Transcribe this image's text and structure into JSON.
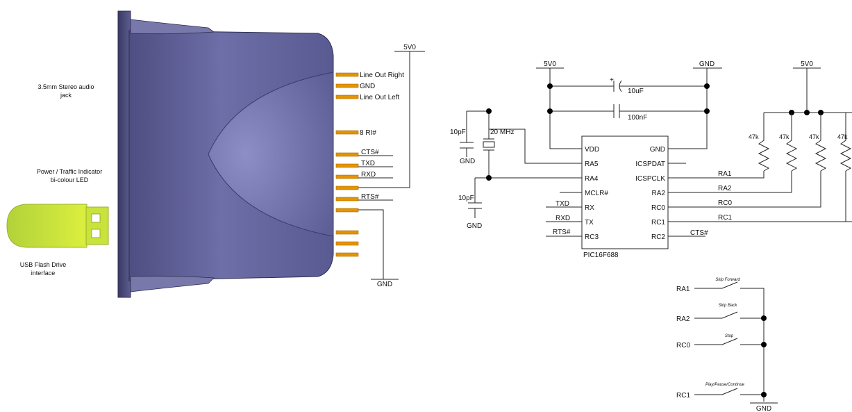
{
  "module": {
    "audio_jack_label": [
      "3.5mm Stereo audio",
      "jack"
    ],
    "led_label": [
      "Power / Traffic Indicator",
      "bi-colour LED"
    ],
    "usb_label": [
      "USB Flash Drive",
      "interface"
    ],
    "pins": [
      {
        "label": "Line Out Right"
      },
      {
        "label": "GND"
      },
      {
        "label": "Line Out Left"
      },
      {
        "label": "8 RI#"
      },
      {
        "label": "CTS#"
      },
      {
        "label": "TXD"
      },
      {
        "label": "RXD"
      },
      {
        "label": "RTS#"
      }
    ],
    "supply_label": "5V0",
    "ground_label": "GND"
  },
  "mcu": {
    "part": "PIC16F688",
    "left_pins": [
      "VDD",
      "RA5",
      "RA4",
      "MCLR#",
      "RX",
      "TX",
      "RC3"
    ],
    "right_pins": [
      "GND",
      "ICSPDAT",
      "ICSPCLK",
      "RA2",
      "RC0",
      "RC1",
      "RC2"
    ],
    "left_nets": [
      "TXD",
      "RXD",
      "RTS#"
    ],
    "right_nets": [
      "RA1",
      "RA2",
      "RC0",
      "RC1",
      "CTS#"
    ],
    "supply_label": "5V0",
    "ground_label": "GND",
    "cap1_label": "10uF",
    "cap1_polarity": "+",
    "cap2_label": "100nF",
    "crystal_label": "20 MHz",
    "xcap_label": "10pF",
    "xcap_gnd": "GND",
    "pullup_label": "47k",
    "pullup_supply": "5V0"
  },
  "switches": {
    "items": [
      {
        "net": "RA1",
        "name": "Skip Forward"
      },
      {
        "net": "RA2",
        "name": "Skip Back"
      },
      {
        "net": "RC0",
        "name": "Stop"
      },
      {
        "net": "RC1",
        "name": "Play/Pause/Continue"
      }
    ],
    "ground_label": "GND"
  }
}
